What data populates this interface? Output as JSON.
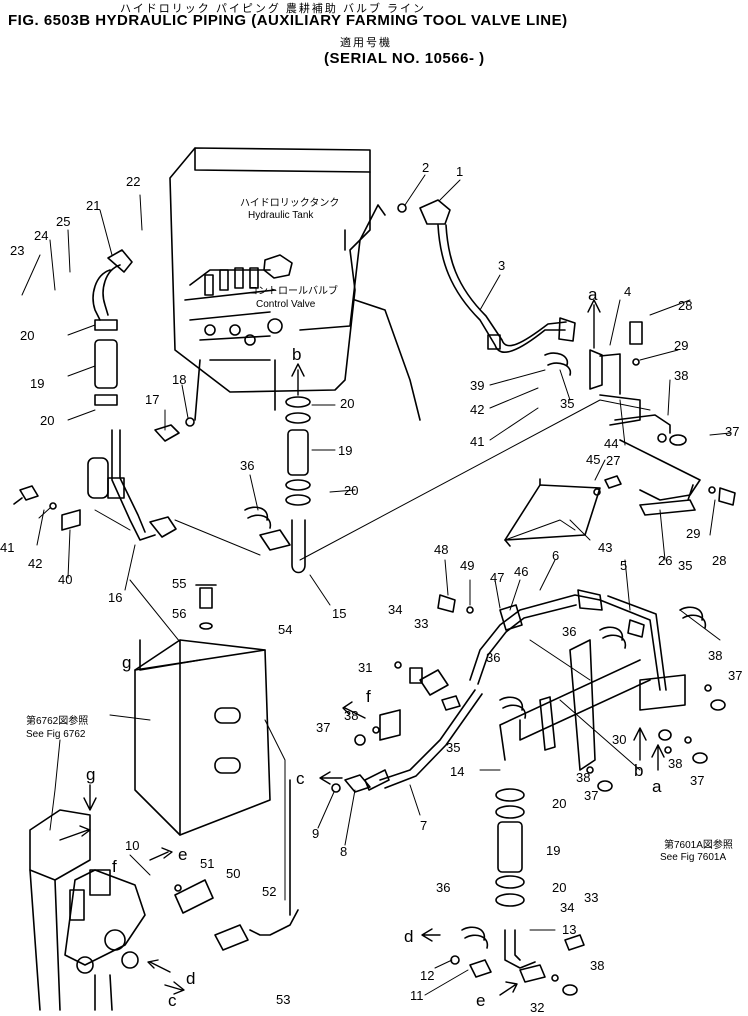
{
  "header": {
    "figure_title": "FIG. 6503B HYDRAULIC PIPING (AUXILIARY FARMING TOOL VALVE LINE)",
    "japanese_title": "ハイドロリック パイピング 農耕補助 バルブ ライン",
    "applicable_jp": "適用号機",
    "serial": "(SERIAL NO. 10566- )"
  },
  "labels": {
    "hydraulic_tank_jp": "ハイドロリックタンク",
    "hydraulic_tank": "Hydraulic Tank",
    "control_valve_jp": "コントロールバルブ",
    "control_valve": "Control Valve",
    "see_6762_jp": "第6762図参照",
    "see_6762": "See Fig 6762",
    "see_7601_jp": "第7601A図参照",
    "see_7601": "See Fig 7601A"
  },
  "callouts": [
    {
      "id": "c1",
      "text": "1"
    },
    {
      "id": "c2",
      "text": "2"
    },
    {
      "id": "c3",
      "text": "3"
    },
    {
      "id": "c4",
      "text": "4"
    },
    {
      "id": "c5",
      "text": "5"
    },
    {
      "id": "c6",
      "text": "6"
    },
    {
      "id": "c7",
      "text": "7"
    },
    {
      "id": "c8",
      "text": "8"
    },
    {
      "id": "c9",
      "text": "9"
    },
    {
      "id": "c10",
      "text": "10"
    },
    {
      "id": "c11",
      "text": "11"
    },
    {
      "id": "c12",
      "text": "12"
    },
    {
      "id": "c13",
      "text": "13"
    },
    {
      "id": "c14",
      "text": "14"
    },
    {
      "id": "c15",
      "text": "15"
    },
    {
      "id": "c16",
      "text": "16"
    },
    {
      "id": "c17",
      "text": "17"
    },
    {
      "id": "c18",
      "text": "18"
    },
    {
      "id": "c19a",
      "text": "19"
    },
    {
      "id": "c19b",
      "text": "19"
    },
    {
      "id": "c19c",
      "text": "19"
    },
    {
      "id": "c20a",
      "text": "20"
    },
    {
      "id": "c20b",
      "text": "20"
    },
    {
      "id": "c20c",
      "text": "20"
    },
    {
      "id": "c20d",
      "text": "20"
    },
    {
      "id": "c20e",
      "text": "20"
    },
    {
      "id": "c20f",
      "text": "20"
    },
    {
      "id": "c21",
      "text": "21"
    },
    {
      "id": "c22",
      "text": "22"
    },
    {
      "id": "c23",
      "text": "23"
    },
    {
      "id": "c24",
      "text": "24"
    },
    {
      "id": "c25",
      "text": "25"
    },
    {
      "id": "c26",
      "text": "26"
    },
    {
      "id": "c27",
      "text": "27"
    },
    {
      "id": "c28a",
      "text": "28"
    },
    {
      "id": "c28b",
      "text": "28"
    },
    {
      "id": "c29a",
      "text": "29"
    },
    {
      "id": "c29b",
      "text": "29"
    },
    {
      "id": "c30",
      "text": "30"
    },
    {
      "id": "c31",
      "text": "31"
    },
    {
      "id": "c32",
      "text": "32"
    },
    {
      "id": "c33a",
      "text": "33"
    },
    {
      "id": "c33b",
      "text": "33"
    },
    {
      "id": "c34a",
      "text": "34"
    },
    {
      "id": "c34b",
      "text": "34"
    },
    {
      "id": "c35a",
      "text": "35"
    },
    {
      "id": "c35b",
      "text": "35"
    },
    {
      "id": "c35c",
      "text": "35"
    },
    {
      "id": "c36a",
      "text": "36"
    },
    {
      "id": "c36b",
      "text": "36"
    },
    {
      "id": "c36c",
      "text": "36"
    },
    {
      "id": "c36d",
      "text": "36"
    },
    {
      "id": "c37a",
      "text": "37"
    },
    {
      "id": "c37b",
      "text": "37"
    },
    {
      "id": "c37c",
      "text": "37"
    },
    {
      "id": "c37d",
      "text": "37"
    },
    {
      "id": "c37e",
      "text": "37"
    },
    {
      "id": "c38a",
      "text": "38"
    },
    {
      "id": "c38b",
      "text": "38"
    },
    {
      "id": "c38c",
      "text": "38"
    },
    {
      "id": "c38d",
      "text": "38"
    },
    {
      "id": "c38e",
      "text": "38"
    },
    {
      "id": "c38f",
      "text": "38"
    },
    {
      "id": "c39",
      "text": "39"
    },
    {
      "id": "c40",
      "text": "40"
    },
    {
      "id": "c41a",
      "text": "41"
    },
    {
      "id": "c41b",
      "text": "41"
    },
    {
      "id": "c42a",
      "text": "42"
    },
    {
      "id": "c42b",
      "text": "42"
    },
    {
      "id": "c43",
      "text": "43"
    },
    {
      "id": "c44",
      "text": "44"
    },
    {
      "id": "c45",
      "text": "45"
    },
    {
      "id": "c46",
      "text": "46"
    },
    {
      "id": "c47",
      "text": "47"
    },
    {
      "id": "c48",
      "text": "48"
    },
    {
      "id": "c49",
      "text": "49"
    },
    {
      "id": "c50",
      "text": "50"
    },
    {
      "id": "c51",
      "text": "51"
    },
    {
      "id": "c52",
      "text": "52"
    },
    {
      "id": "c53",
      "text": "53"
    },
    {
      "id": "c54",
      "text": "54"
    },
    {
      "id": "c55",
      "text": "55"
    },
    {
      "id": "c56",
      "text": "56"
    }
  ],
  "letters": [
    {
      "id": "la1",
      "text": "a"
    },
    {
      "id": "la2",
      "text": "a"
    },
    {
      "id": "lb1",
      "text": "b"
    },
    {
      "id": "lb2",
      "text": "b"
    },
    {
      "id": "lc1",
      "text": "c"
    },
    {
      "id": "lc2",
      "text": "c"
    },
    {
      "id": "ld1",
      "text": "d"
    },
    {
      "id": "ld2",
      "text": "d"
    },
    {
      "id": "le1",
      "text": "e"
    },
    {
      "id": "le2",
      "text": "e"
    },
    {
      "id": "lf1",
      "text": "f"
    },
    {
      "id": "lf2",
      "text": "f"
    },
    {
      "id": "lg1",
      "text": "g"
    },
    {
      "id": "lg2",
      "text": "g"
    }
  ]
}
